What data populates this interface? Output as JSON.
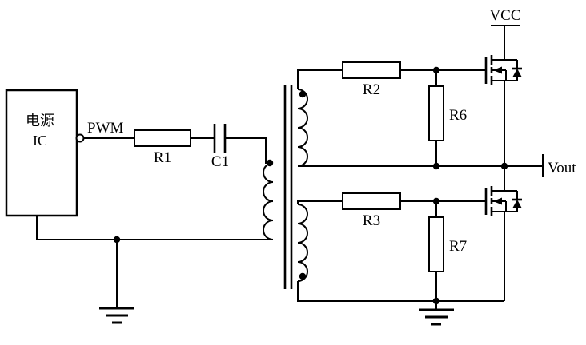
{
  "diagram": {
    "type": "circuit-schematic",
    "background_color": "#ffffff",
    "line_color": "#000000",
    "power_ic": {
      "label_line1": "电源",
      "label_line2": "IC"
    },
    "labels": {
      "pwm": "PWM",
      "r1": "R1",
      "c1": "C1",
      "r2": "R2",
      "r6": "R6",
      "r3": "R3",
      "r7": "R7",
      "vcc": "VCC",
      "vout": "Vout"
    }
  }
}
